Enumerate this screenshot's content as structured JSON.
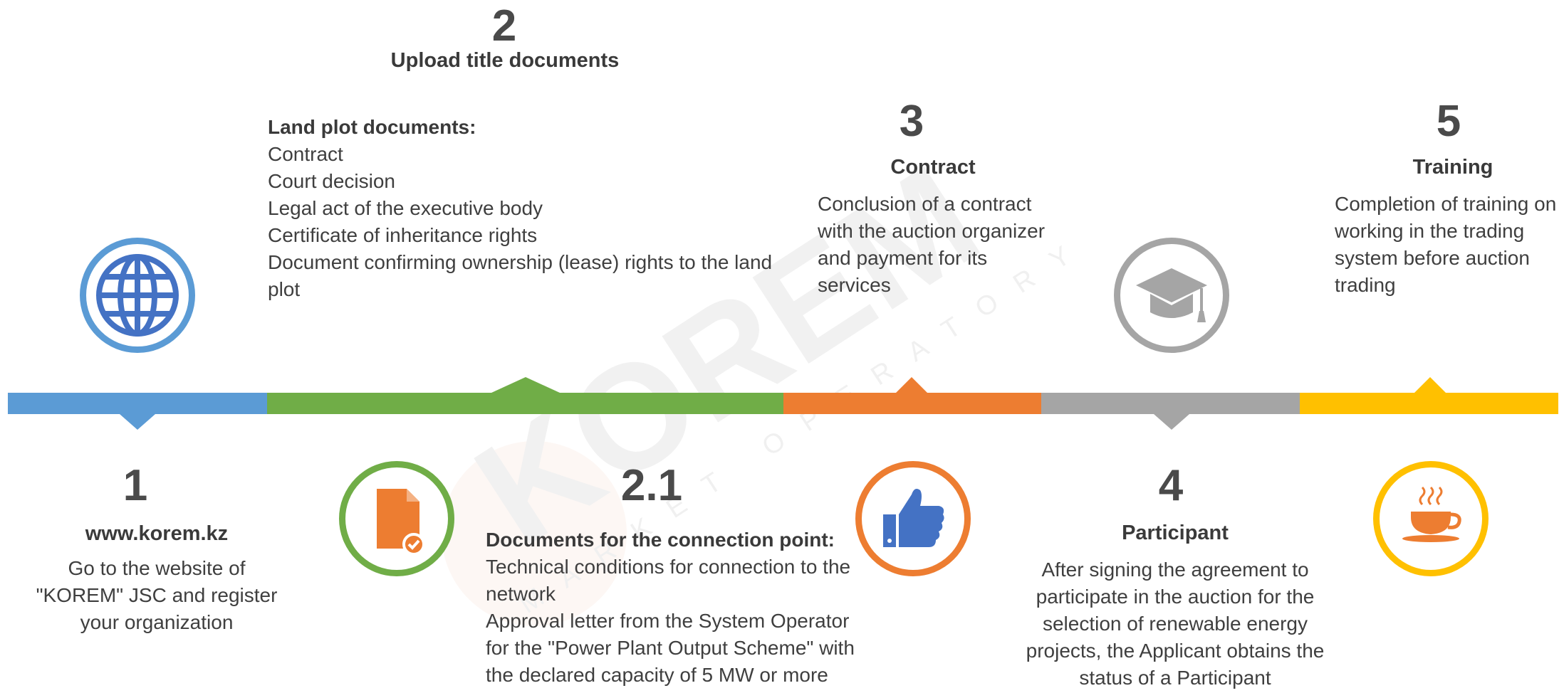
{
  "colors": {
    "blue": "#5b9bd5",
    "green": "#70ad47",
    "orange": "#ed7d31",
    "gray": "#a5a5a5",
    "yellow": "#ffc000",
    "text": "#3f3f3f"
  },
  "watermark": {
    "brand": "KOREM",
    "subtitle": "MARKET OPERATORY"
  },
  "steps": {
    "s1": {
      "number": "1",
      "title": "www.korem.kz",
      "lines": [
        "Go to the website of",
        "\"KOREM\" JSC and register",
        "your organization"
      ],
      "icon": "globe-icon"
    },
    "s2": {
      "number": "2",
      "title": "Upload title documents",
      "heading": "Land plot documents:",
      "items": [
        "Contract",
        "Court decision",
        "Legal act of the executive body",
        "Certificate of inheritance rights",
        "Document confirming ownership (lease) rights to the land",
        "plot"
      ],
      "icon": "document-check-icon"
    },
    "s21": {
      "number": "2.1",
      "heading": "Documents for the connection point:",
      "items": [
        "Technical conditions for connection to the",
        "network",
        "Approval letter from the System Operator",
        "for the \"Power Plant Output Scheme\" with",
        "the declared capacity of 5 MW or more"
      ]
    },
    "s3": {
      "number": "3",
      "title": "Contract",
      "lines": [
        "Conclusion of a contract",
        "with the auction organizer",
        "and payment for its",
        "services"
      ],
      "icon": "thumbs-up-icon"
    },
    "s4": {
      "number": "4",
      "title": "Participant",
      "lines": [
        "After signing the agreement to",
        "participate in the auction for the",
        "selection of renewable energy",
        "projects, the Applicant obtains the",
        "status of a Participant"
      ],
      "icon": "graduation-cap-icon"
    },
    "s5": {
      "number": "5",
      "title": "Training",
      "lines": [
        "Completion of training on",
        "working in the trading",
        "system before auction",
        "trading"
      ],
      "icon": "coffee-cup-icon"
    }
  }
}
